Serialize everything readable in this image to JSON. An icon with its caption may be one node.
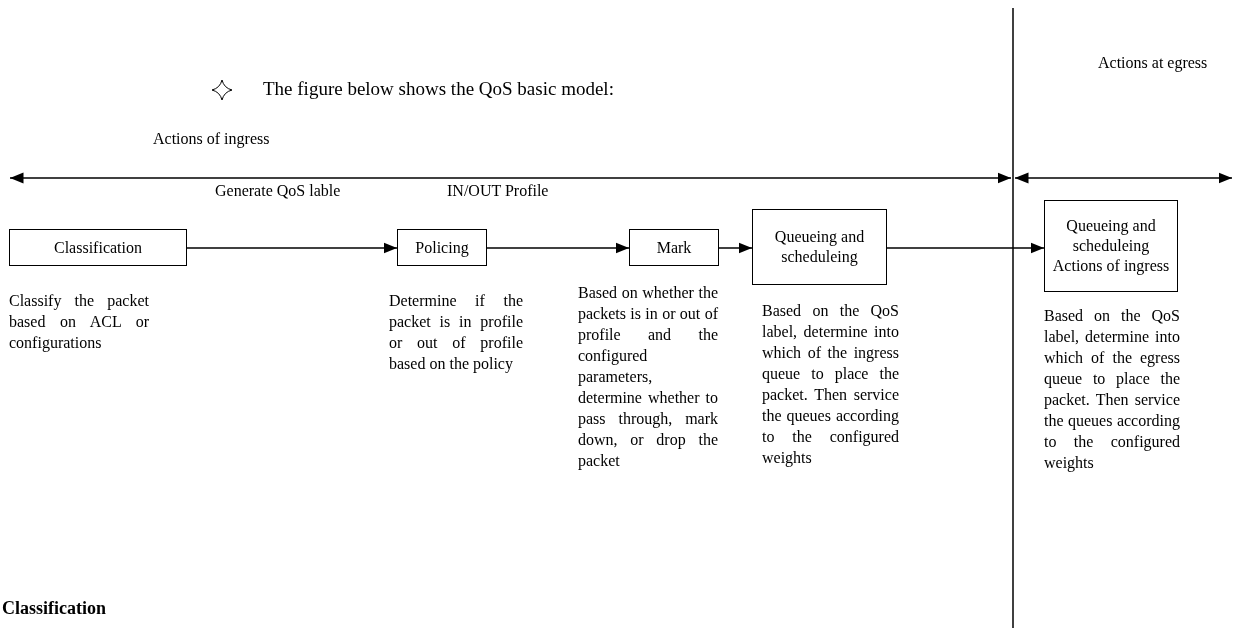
{
  "diagram": {
    "title": "The figure below shows the QoS basic model:",
    "nodes": [
      {
        "text": [
          "Classification"
        ],
        "beside": [
          "Classify the packet based on ACL or configurations"
        ]
      },
      {
        "text": [
          "Policing"
        ],
        "beside": [
          "Determine if the packet is in profile or out of profile based on the policy"
        ]
      },
      {
        "text": [
          "Mark"
        ],
        "beside": [
          "Based on whether the packets is in or out of profile and the configured parameters, determine whether to pass through, mark down, or drop the packet"
        ]
      },
      {
        "text": [
          "Queueing and scheduleing"
        ],
        "beside": [
          "Based on the QoS label, determine into which of the ingress queue to place the packet. Then service the queues according to the configured weights"
        ]
      },
      {
        "text": [
          "Queueing and scheduleing Actions of ingress"
        ],
        "beside": [
          "Based on the QoS label, determine into which of the egress queue to place the packet. Then service the queues according to the configured weights"
        ]
      }
    ],
    "edges": [
      {
        "from": 0,
        "to": 1,
        "arrow": "to",
        "label": "Generate QoS lable"
      },
      {
        "from": 1,
        "to": 2,
        "arrow": "to",
        "label": "IN/OUT Profile"
      },
      {
        "from": 2,
        "to": 3,
        "arrow": "to"
      },
      {
        "from": 3,
        "to": 4,
        "arrow": "to"
      }
    ],
    "labels": [
      "Actions at egress",
      "Actions of ingress",
      "Classification"
    ]
  }
}
